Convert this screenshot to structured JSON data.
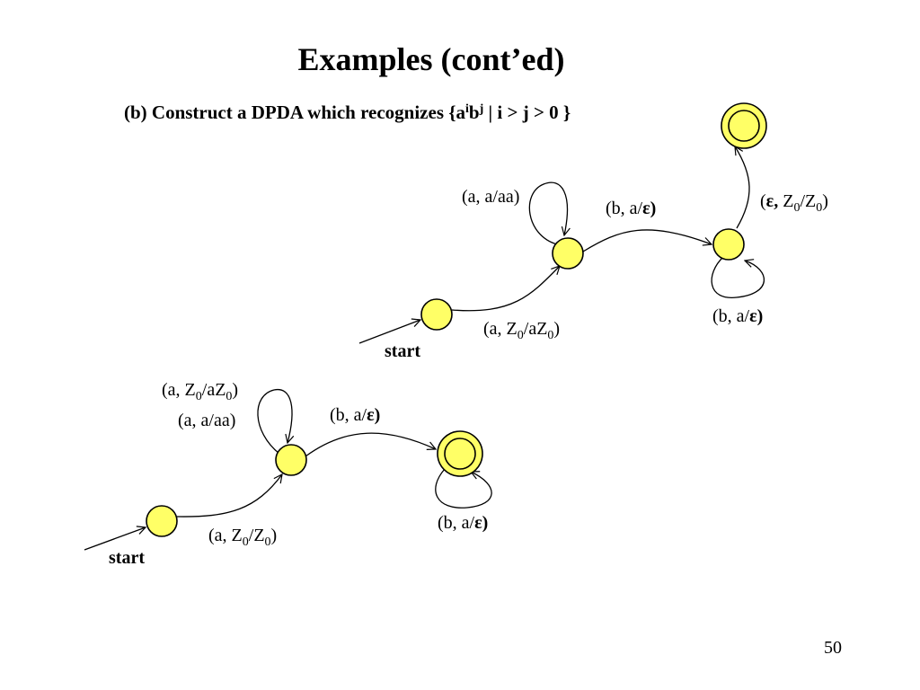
{
  "slide": {
    "title": "Examples (cont’ed)",
    "subtitle_prefix": "(b) Construct a DPDA which recognizes {a",
    "subtitle_sup_i": "i",
    "subtitle_b": "b",
    "subtitle_sup_j": "j",
    "subtitle_suffix": " | i > j > 0 }",
    "page_number": "50"
  },
  "colors": {
    "state_fill": "#ffff66",
    "stroke": "#000000"
  },
  "diagram_top": {
    "start_label": "start",
    "edge_q0_q1": {
      "pre": "(a, Z",
      "sub1": "0",
      "mid": "/aZ",
      "sub2": "0",
      "post": ")"
    },
    "loop_q1": "(a, a/aa)",
    "edge_q1_q2": {
      "pre": "(b, a/",
      "eps": "ε",
      "post": ")"
    },
    "loop_q2": {
      "pre": "(b, a/",
      "eps": "ε",
      "post": ")"
    },
    "edge_q2_q3": {
      "open": "(",
      "eps": "ε,",
      "pre": " Z",
      "sub1": "0",
      "mid": "/Z",
      "sub2": "0",
      "post": ")"
    }
  },
  "diagram_bottom": {
    "start_label": "start",
    "edge_q0_q1": {
      "pre": "(a, Z",
      "sub1": "0",
      "mid": "/Z",
      "sub2": "0",
      "post": ")"
    },
    "loop_q1_line1": {
      "pre": "(a, Z",
      "sub1": "0",
      "mid": "/aZ",
      "sub2": "0",
      "post": ")"
    },
    "loop_q1_line2": "(a, a/aa)",
    "edge_q1_q2": {
      "pre": "(b, a/",
      "eps": "ε",
      "post": ")"
    },
    "loop_q2": {
      "pre": "(b, a/",
      "eps": "ε",
      "post": ")"
    }
  }
}
